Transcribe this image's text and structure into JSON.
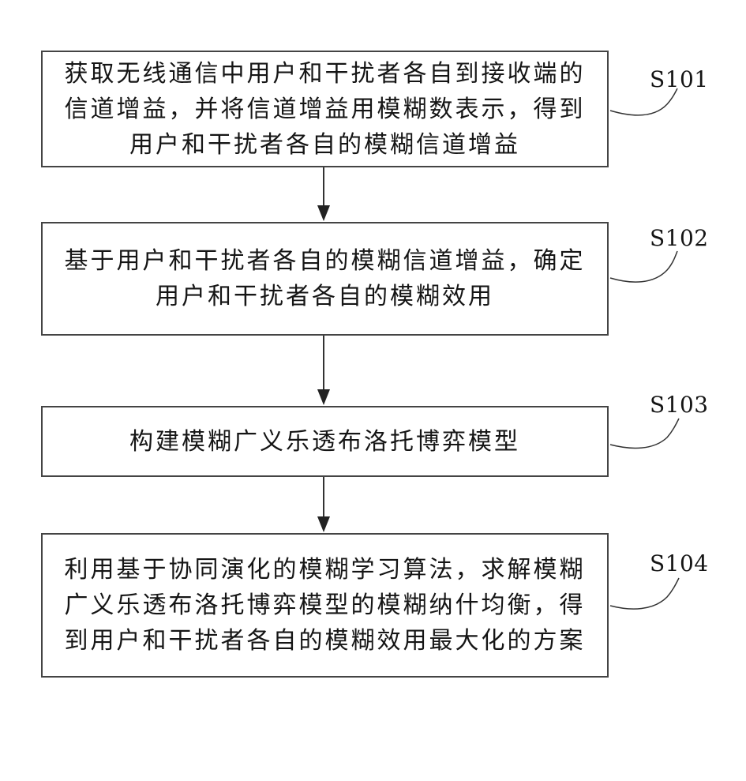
{
  "steps": [
    {
      "id": "S101",
      "text": "获取无线通信中用户和干扰者各自到接收端的\n信道增益，并将信道增益用模糊数表示，得到\n用户和干扰者各自的模糊信道增益"
    },
    {
      "id": "S102",
      "text": "基于用户和干扰者各自的模糊信道增益，确定\n用户和干扰者各自的模糊效用"
    },
    {
      "id": "S103",
      "text": "构建模糊广义乐透布洛托博弈模型"
    },
    {
      "id": "S104",
      "text": "利用基于协同演化的模糊学习算法，求解模糊\n广义乐透布洛托博弈模型的模糊纳什均衡，得\n到用户和干扰者各自的模糊效用最大化的方案"
    }
  ]
}
